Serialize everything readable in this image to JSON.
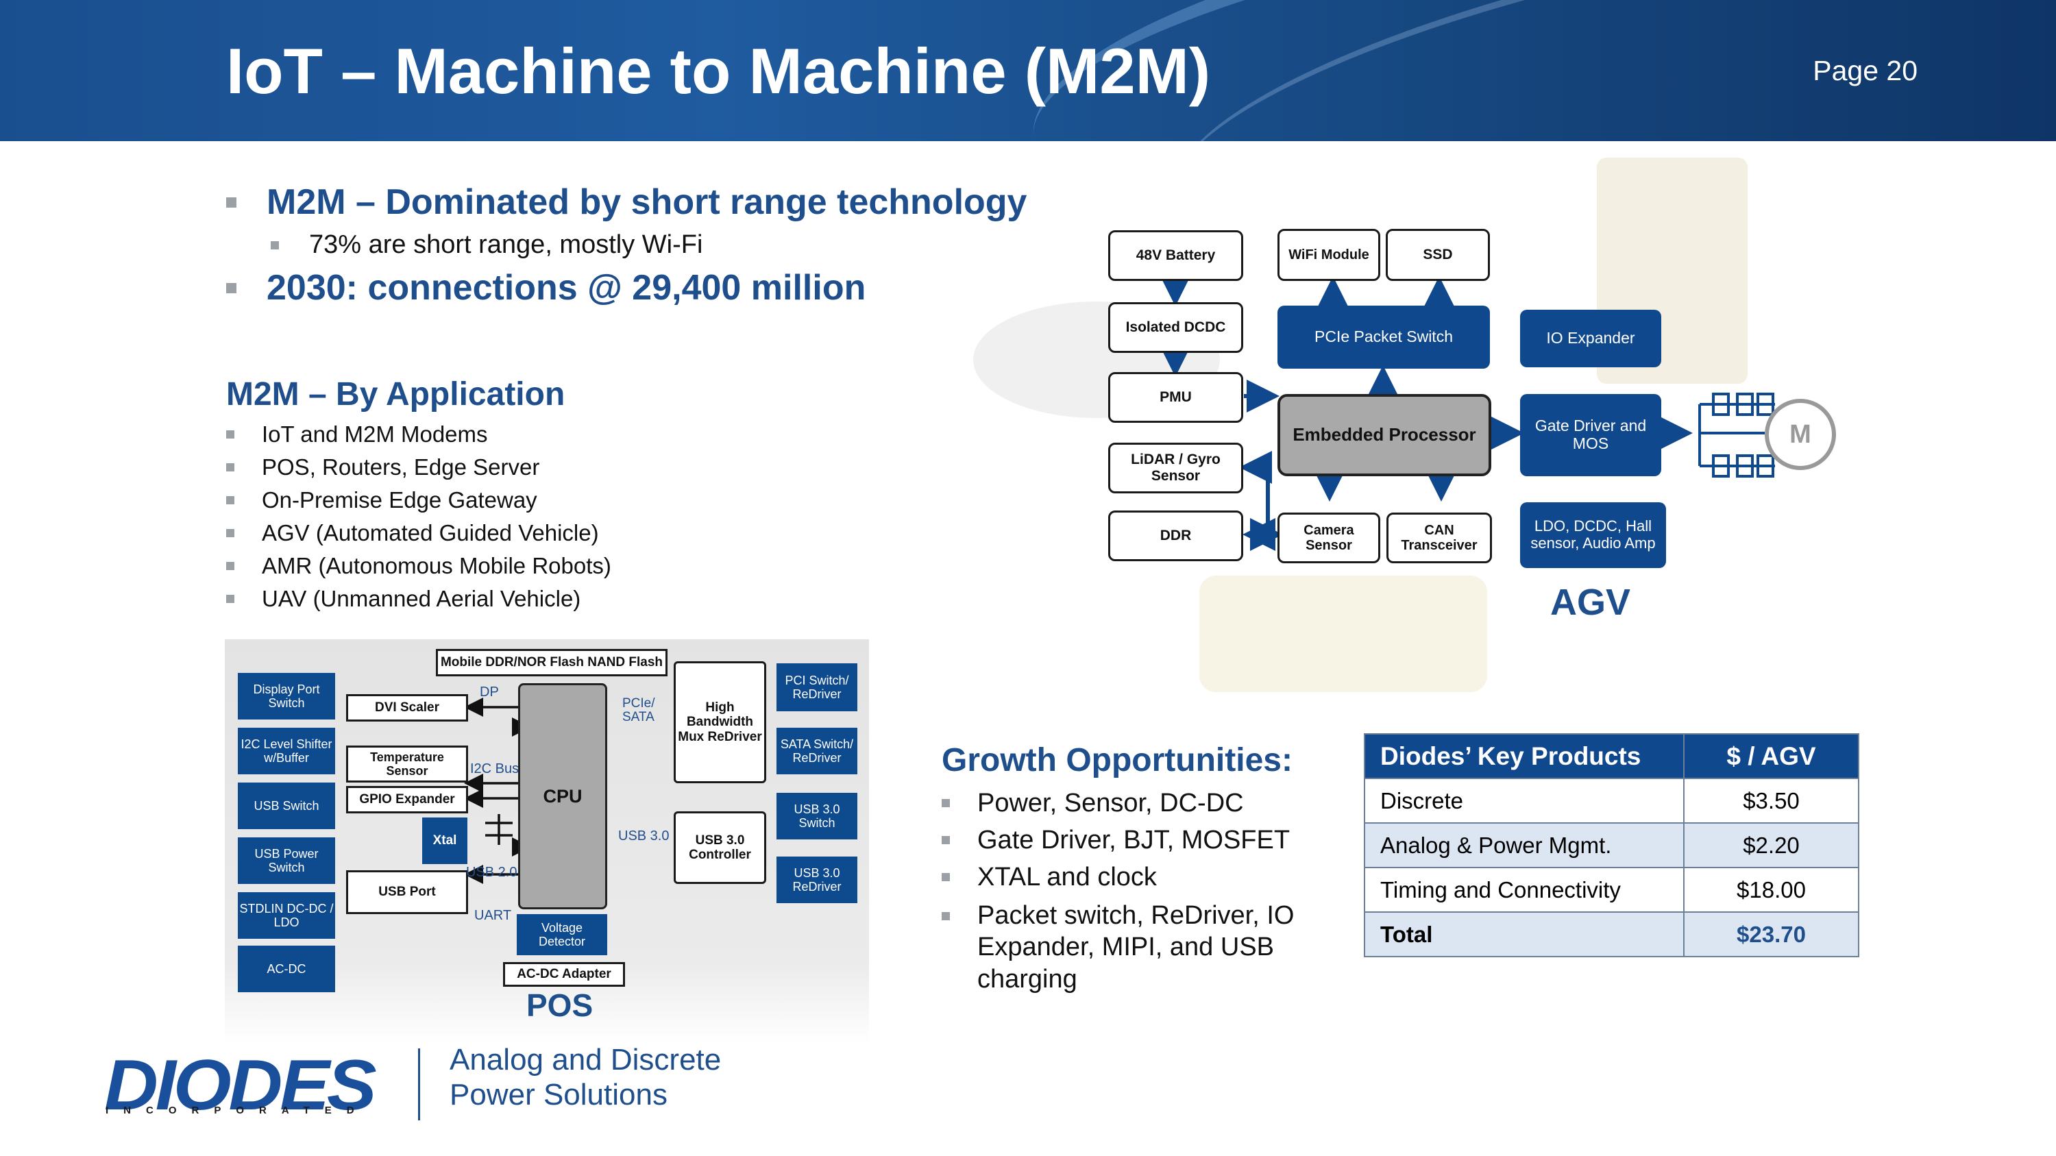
{
  "header": {
    "title": "IoT – Machine to Machine (M2M)",
    "page": "Page 20"
  },
  "intro": {
    "bullet1": "M2M – Dominated by short range technology",
    "sub1": "73% are short range, mostly Wi-Fi",
    "bullet2": "2030: connections @ 29,400 million"
  },
  "by_application": {
    "heading": "M2M – By Application",
    "items": [
      "IoT and M2M Modems",
      "POS, Routers, Edge Server",
      "On-Premise Edge Gateway",
      "AGV (Automated Guided Vehicle)",
      "AMR (Autonomous Mobile Robots)",
      "UAV (Unmanned Aerial Vehicle)"
    ]
  },
  "agv": {
    "label": "AGV",
    "battery": "48V Battery",
    "isolated": "Isolated DCDC",
    "pmu": "PMU",
    "lidar": "LiDAR / Gyro Sensor",
    "ddr": "DDR",
    "wifi": "WiFi Module",
    "ssd": "SSD",
    "pcie_switch": "PCIe Packet Switch",
    "processor": "Embedded Processor",
    "camera": "Camera Sensor",
    "can": "CAN Transceiver",
    "io_expander": "IO Expander",
    "gate_driver": "Gate Driver and MOS",
    "ldo": "LDO, DCDC, Hall sensor, Audio Amp",
    "motor": "M"
  },
  "pos": {
    "label": "POS",
    "left_boxes": [
      "Display Port Switch",
      "I2C Level Shifter w/Buffer",
      "USB Switch",
      "USB Power Switch",
      "STDLIN DC-DC / LDO",
      "AC-DC"
    ],
    "right_boxes": [
      "PCI Switch/ ReDriver",
      "SATA Switch/ ReDriver",
      "USB 3.0 Switch",
      "USB 3.0 ReDriver"
    ],
    "flash": "Mobile DDR/NOR Flash NAND Flash",
    "dvi": "DVI Scaler",
    "temp": "Temperature Sensor",
    "gpio": "GPIO Expander",
    "xtal": "Xtal",
    "usb_port": "USB Port",
    "cpu": "CPU",
    "hbmux": "High Bandwidth Mux ReDriver",
    "usb3ctrl": "USB 3.0 Controller",
    "voltage": "Voltage Detector",
    "acdc_adapter": "AC-DC Adapter",
    "lbl_dp": "DP",
    "lbl_pcie": "PCIe/ SATA",
    "lbl_i2c": "I2C Bus",
    "lbl_usb3": "USB 3.0",
    "lbl_usb2": "USB 2.0",
    "lbl_uart": "UART"
  },
  "growth": {
    "heading": "Growth Opportunities:",
    "items": [
      "Power, Sensor, DC-DC",
      "Gate Driver, BJT, MOSFET",
      "XTAL and clock",
      "Packet switch, ReDriver, IO Expander, MIPI, and USB charging"
    ]
  },
  "key_products": {
    "headers": [
      "Diodes’ Key Products",
      "$ / AGV"
    ],
    "rows": [
      [
        "Discrete",
        "$3.50"
      ],
      [
        "Analog & Power Mgmt.",
        "$2.20"
      ],
      [
        "Timing and Connectivity",
        "$18.00"
      ]
    ],
    "total": [
      "Total",
      "$23.70"
    ]
  },
  "footer": {
    "logo": "DIODES",
    "logo_sub": "INCORPORATED",
    "tagline1": "Analog and Discrete",
    "tagline2": "Power Solutions"
  },
  "colors": {
    "brand_blue": "#10488d",
    "heading_blue": "#1f4e8c",
    "banner": "#1a4f8f"
  }
}
